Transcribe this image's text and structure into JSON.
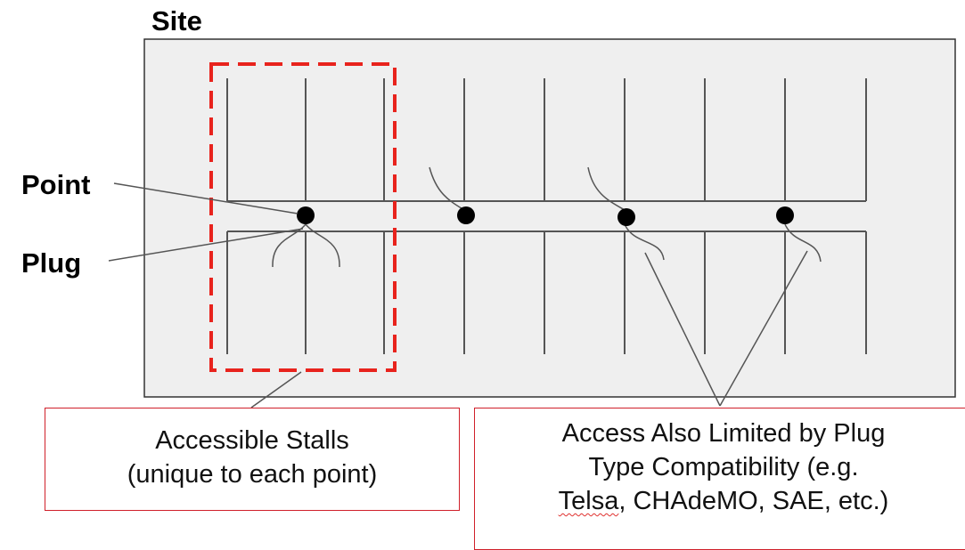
{
  "site_label": "Site",
  "point_label": "Point",
  "plug_label": "Plug",
  "callouts": {
    "accessible_stalls": {
      "line1": "Accessible Stalls",
      "line2": "(unique to each point)"
    },
    "plug_compat": {
      "line1": "Access Also Limited by Plug",
      "line2": "Type Compatibility (e.g.",
      "line3_first_word": "Telsa",
      "line3_rest": ", CHAdeMO, SAE, etc.)"
    }
  },
  "colors": {
    "site_fill": "#efefef",
    "site_border": "#333333",
    "stall_line": "#555555",
    "highlight_dash": "#e8231d",
    "callout_border": "#d0202a"
  }
}
